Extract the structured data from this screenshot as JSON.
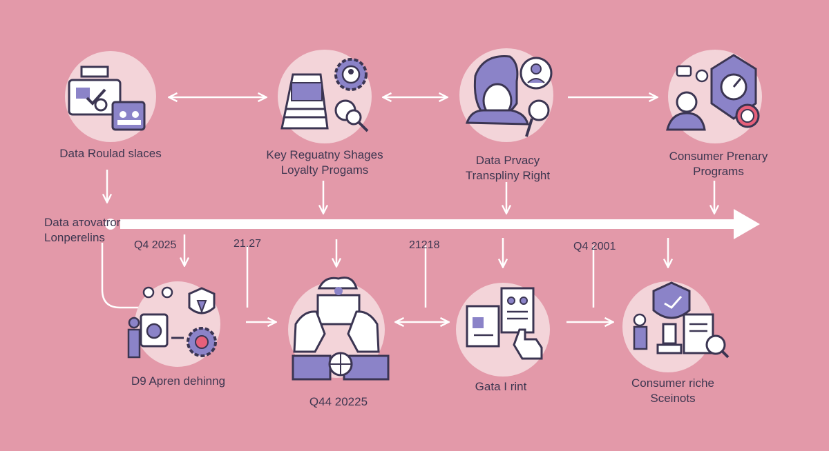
{
  "colors": {
    "background": "#e399a9",
    "circle": "#f3d4d9",
    "stroke": "#3b3552",
    "fill_purple": "#8b83c8",
    "fill_light": "#ffffff",
    "arrow": "#ffffff"
  },
  "timeline": {
    "start_label": [
      "Data атοvatror",
      "Lonperelins"
    ],
    "top_row": [
      {
        "label": [
          "Data Roulad slaces"
        ],
        "icon": "data-dashboard-icon"
      },
      {
        "label": [
          "Key Reguatny Shages",
          "Loyalty Progams"
        ],
        "icon": "regulation-gear-icon"
      },
      {
        "label": [
          "Data Prvacy",
          "Transpliny Right"
        ],
        "icon": "privacy-person-icon"
      },
      {
        "label": [
          "Consumer Prenary",
          "Programs"
        ],
        "icon": "consumer-shield-icon"
      }
    ],
    "bottom_row": [
      {
        "label": [
          "D9 Apren dehinng"
        ],
        "icon": "machine-gear-icon"
      },
      {
        "label": [
          "Q44 20225"
        ],
        "icon": "hands-envelope-icon"
      },
      {
        "label": [
          "Gata I rint"
        ],
        "icon": "profile-touch-icon"
      },
      {
        "label": [
          "Consumer riche",
          "Sceinots"
        ],
        "icon": "shield-search-icon"
      }
    ],
    "dates": [
      "Q4 2025",
      "21.27",
      "21218",
      "Q4 2001"
    ]
  }
}
